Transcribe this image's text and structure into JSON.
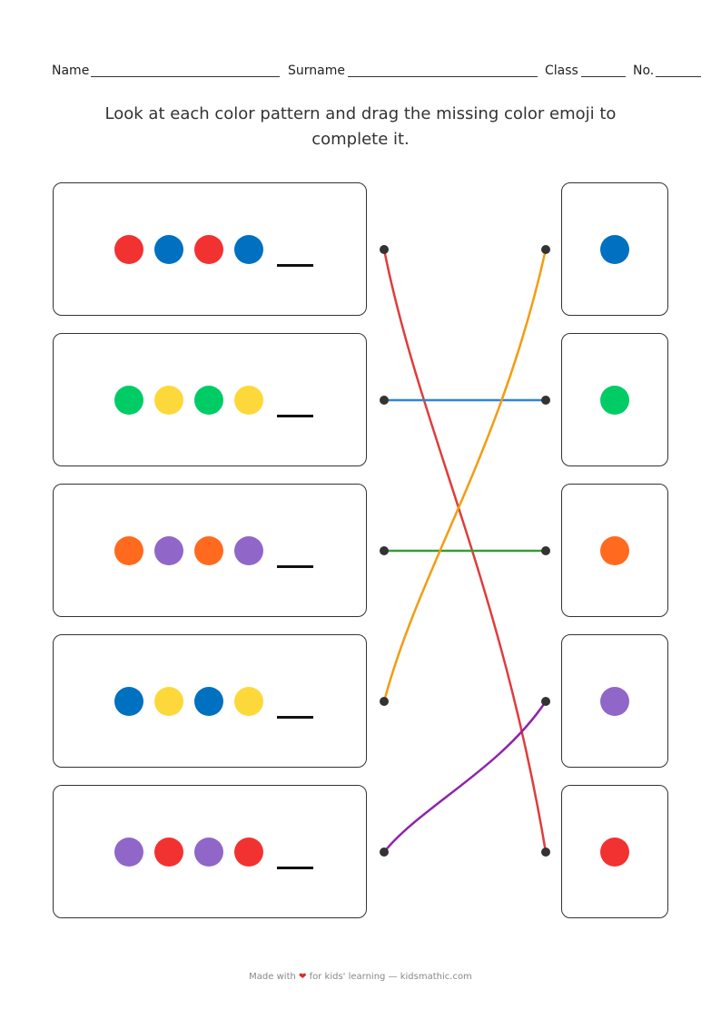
{
  "header": {
    "name_label": "Name",
    "surname_label": "Surname",
    "class_label": "Class",
    "no_label": "No."
  },
  "instruction": "Look at each color pattern and drag the missing color emoji to complete it.",
  "colors": {
    "red": "#f23131",
    "blue": "#0070c0",
    "green": "#00cc66",
    "yellow": "#fdd83a",
    "orange": "#ff6a1f",
    "purple": "#9066c8"
  },
  "patterns": [
    [
      "red",
      "blue",
      "red",
      "blue"
    ],
    [
      "green",
      "yellow",
      "green",
      "yellow"
    ],
    [
      "orange",
      "purple",
      "orange",
      "purple"
    ],
    [
      "blue",
      "yellow",
      "blue",
      "yellow"
    ],
    [
      "purple",
      "red",
      "purple",
      "red"
    ]
  ],
  "answers": [
    "blue",
    "green",
    "orange",
    "purple",
    "red"
  ],
  "connections": [
    {
      "from": 0,
      "to": 4,
      "color": "#e03c3c"
    },
    {
      "from": 1,
      "to": 1,
      "color": "#2f86d6"
    },
    {
      "from": 2,
      "to": 2,
      "color": "#3a9a3a"
    },
    {
      "from": 3,
      "to": 0,
      "color": "#f39c12"
    },
    {
      "from": 4,
      "to": 3,
      "color": "#8e24aa"
    }
  ],
  "footer": {
    "prefix": "Made with",
    "heart": "❤",
    "suffix": "for kids' learning — kidsmathic.com"
  }
}
